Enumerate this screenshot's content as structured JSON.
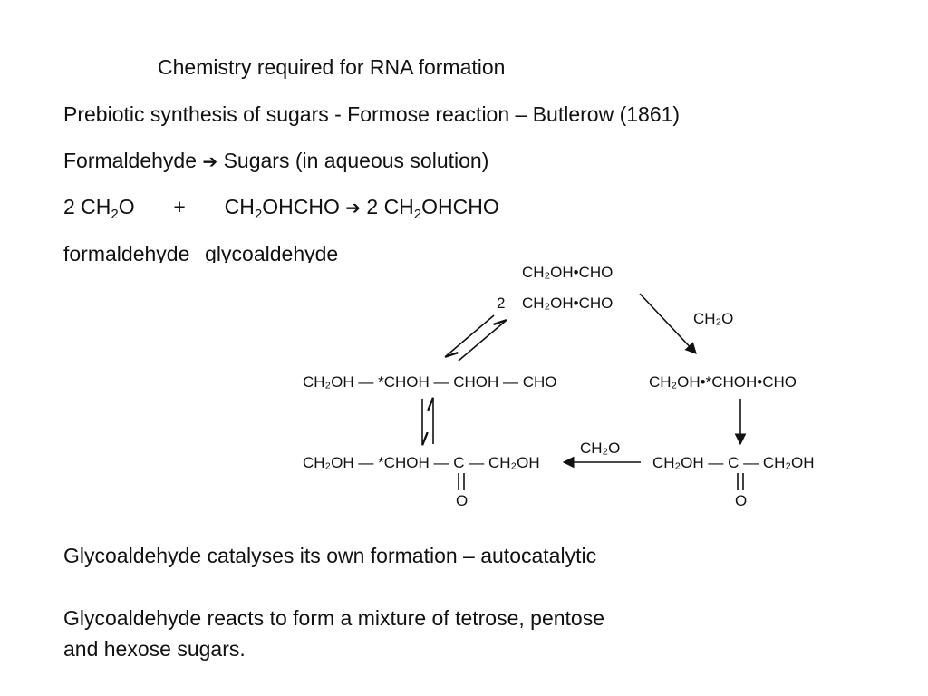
{
  "title": "Chemistry required for RNA formation",
  "line1": "Prebiotic synthesis of sugars - Formose reaction – Butlerow (1861)",
  "line2": {
    "left": "Formaldehyde",
    "arrow": "➔",
    "right": "Sugars (in aqueous solution)"
  },
  "equation": {
    "coef1": "2 CH",
    "sub1": "2",
    "tail1": "O",
    "plus": "+",
    "reac2": "CH",
    "sub2": "2",
    "tail2": "OHCHO",
    "arrow": "➔",
    "coef3": "2 CH",
    "sub3": "2",
    "tail3": "OHCHO"
  },
  "labels": {
    "formaldehyde": "formaldehyde",
    "glycoaldehyde": "glycoaldehyde"
  },
  "scheme": {
    "top_line1": "CH₂OH•CHO",
    "top_coef": "2",
    "top_line2": "CH₂OH•CHO",
    "ch2o_top": "CH₂O",
    "left_upper": "CH₂OH — *CHOH — CHOH — CHO",
    "right_upper": "CH₂OH•*CHOH•CHO",
    "ch2o_bottom": "CH₂O",
    "left_lower": "CH₂OH — *CHOH — C — CH₂OH",
    "right_lower": "CH₂OH — C — CH₂OH",
    "carbonyl_o": "O"
  },
  "statement1": "Glycoaldehyde catalyses its own formation – autocatalytic",
  "statement2_line1": "Glycoaldehyde reacts to form a mixture of tetrose, pentose",
  "statement2_line2": "and hexose sugars."
}
